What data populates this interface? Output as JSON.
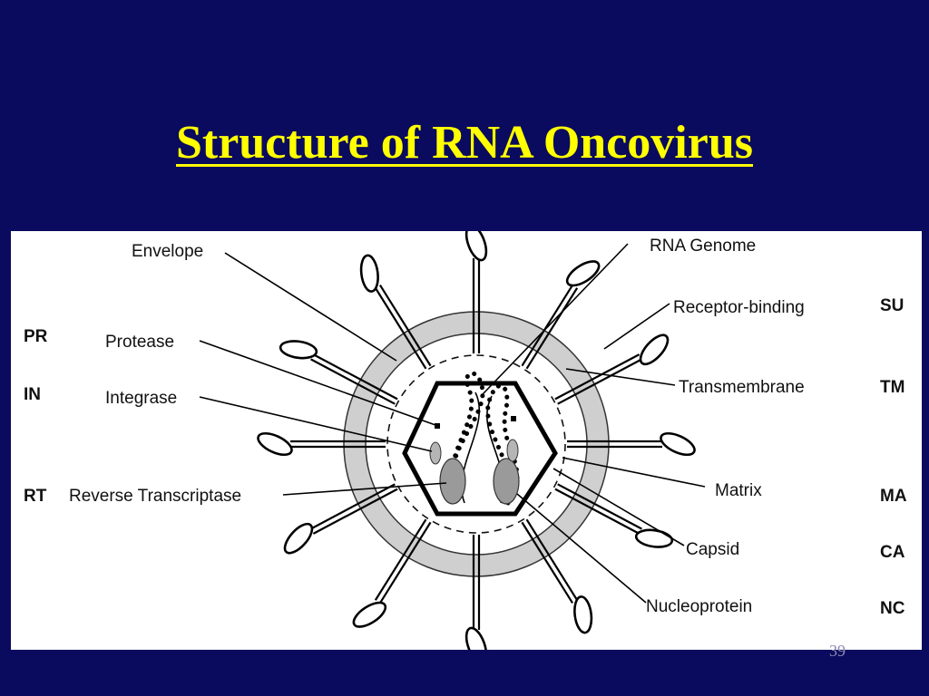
{
  "title": "Structure of  RNA  Oncovirus",
  "labels": {
    "envelope": "Envelope",
    "protease": "Protease",
    "integrase": "Integrase",
    "reverse_transcriptase": "Reverse Transcriptase",
    "rna_genome": "RNA Genome",
    "receptor_binding": "Receptor-binding",
    "transmembrane": "Transmembrane",
    "matrix": "Matrix",
    "capsid": "Capsid",
    "nucleoprotein": "Nucleoprotein"
  },
  "abbreviations": {
    "pr": "PR",
    "in": "IN",
    "rt": "RT",
    "su": "SU",
    "tm": "TM",
    "ma": "MA",
    "ca": "CA",
    "nc": "NC"
  },
  "page_number": "39",
  "colors": {
    "background": "#0a0a5e",
    "title": "#ffff00",
    "panel": "#ffffff",
    "envelope_band": "#cfcfcf",
    "enzyme_fill": "#9a9a9a"
  }
}
